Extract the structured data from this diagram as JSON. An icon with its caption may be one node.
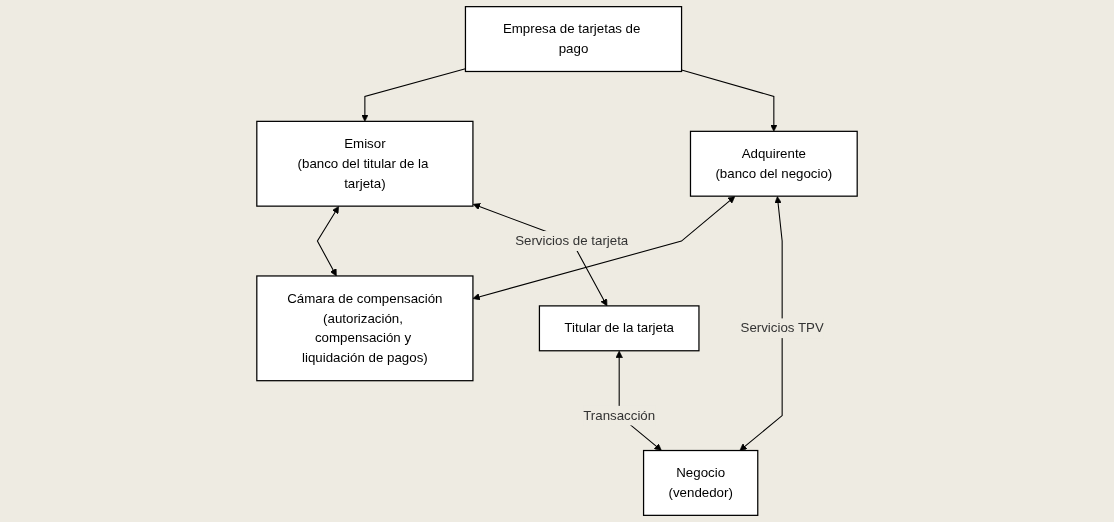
{
  "diagram": {
    "nodes": [
      {
        "text": [
          "Empresa de tarjetas de pago"
        ]
      },
      {
        "text": [
          "Emisor",
          "(banco del titular de la tarjeta)"
        ]
      },
      {
        "text": [
          "Adquirente",
          "(banco del negocio)"
        ]
      },
      {
        "text": [
          "Cámara de compensación",
          "(autorización, compensación y liquidación de pagos)"
        ]
      },
      {
        "text": [
          "Titular de la tarjeta"
        ]
      },
      {
        "text": [
          "Negocio",
          "(vendedor)"
        ]
      }
    ],
    "edges": [
      {
        "from": 0,
        "to": 1,
        "arrow": "to"
      },
      {
        "from": 0,
        "to": 2,
        "arrow": "to"
      },
      {
        "from": 1,
        "to": 3,
        "arrow": "both"
      },
      {
        "from": 2,
        "to": 3,
        "arrow": "both"
      },
      {
        "from": 1,
        "to": 4,
        "arrow": "both",
        "label": "Servicios de tarjeta"
      },
      {
        "from": 2,
        "to": 5,
        "arrow": "both",
        "label": "Servicios TPV"
      },
      {
        "from": 4,
        "to": 5,
        "arrow": "both",
        "label": "Transacción"
      }
    ]
  }
}
